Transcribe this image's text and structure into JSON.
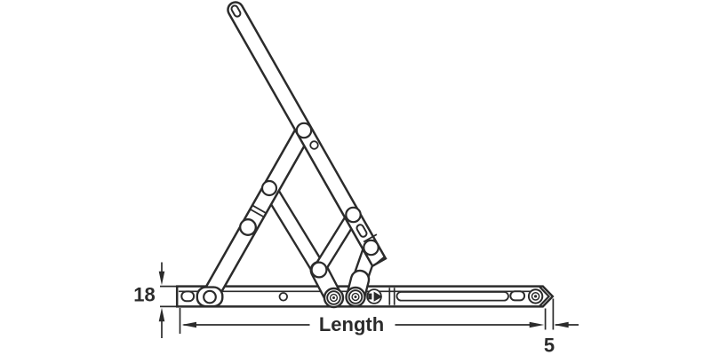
{
  "page": {
    "background": "#ffffff"
  },
  "diagram": {
    "kind": "technical-line-drawing",
    "subject": "friction stay window hinge, side view",
    "ink_color": "#2b2b2b",
    "labels": {
      "height": "18",
      "length": "Length",
      "end_offset": "5"
    }
  }
}
